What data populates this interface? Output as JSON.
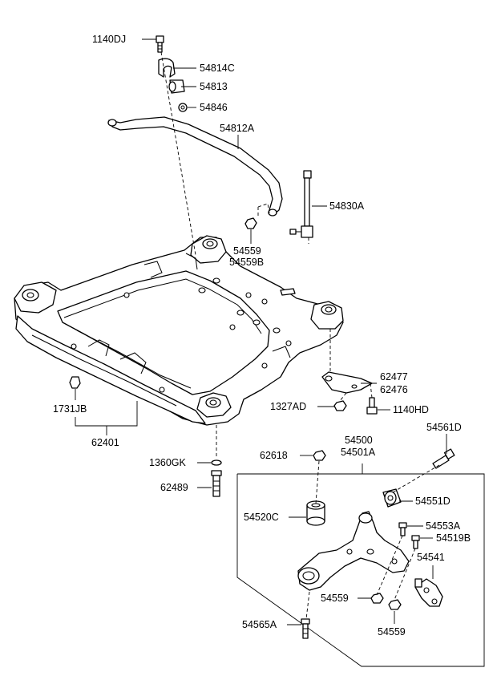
{
  "labels": {
    "l_1140DJ": "1140DJ",
    "l_54814C": "54814C",
    "l_54813": "54813",
    "l_54846": "54846",
    "l_54812A": "54812A",
    "l_54830A": "54830A",
    "l_54559a": "54559",
    "l_54559B": "54559B",
    "l_62477": "62477",
    "l_62476": "62476",
    "l_1327AD": "1327AD",
    "l_1140HD": "1140HD",
    "l_1731JB": "1731JB",
    "l_62401": "62401",
    "l_54500": "54500",
    "l_54501A": "54501A",
    "l_54561D": "54561D",
    "l_62618": "62618",
    "l_1360GK": "1360GK",
    "l_62489": "62489",
    "l_54551D": "54551D",
    "l_54520C": "54520C",
    "l_54553A": "54553A",
    "l_54519B": "54519B",
    "l_54541": "54541",
    "l_54559b": "54559",
    "l_54559c": "54559",
    "l_54565A": "54565A"
  },
  "icons": {
    "crossmember": "front-subframe-crossmember",
    "stabilizer_bar": "stabilizer-bar",
    "stabilizer_link": "stabilizer-link",
    "lower_control_arm": "lower-control-arm",
    "ball_joint": "ball-joint",
    "bushing": "bushing",
    "bolt": "bolt",
    "nut": "nut"
  }
}
